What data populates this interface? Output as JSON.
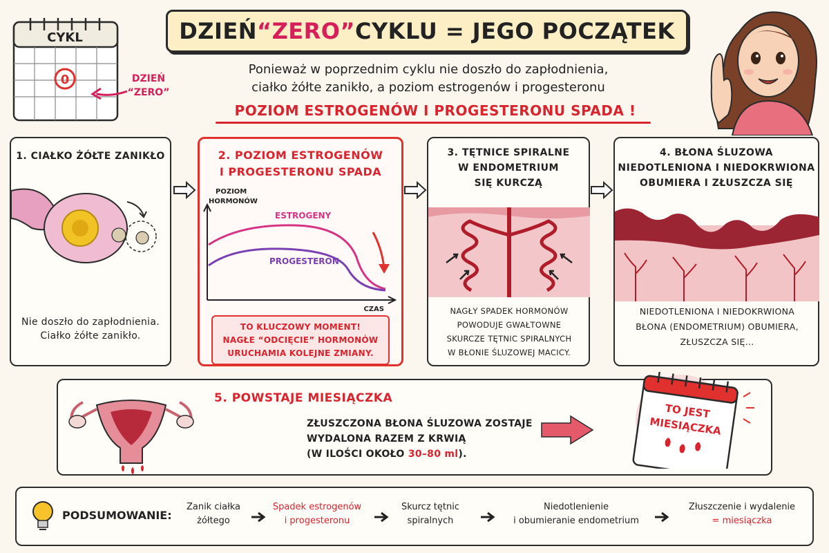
{
  "title": {
    "part1": "DZIEŃ ",
    "part2": "“ZERO”",
    "part3": " CYKLU = JEGO POCZĄTEK"
  },
  "calendar": {
    "label": "CYKL",
    "zero": "0",
    "caption_line1": "DZIEŃ",
    "caption_line2": "“ZERO”"
  },
  "intro": {
    "line1": "Ponieważ w poprzednim cyklu nie doszło do zapłodnienia,",
    "line2": "ciałko żółte zanikło, a poziom estrogenów i progesteronu",
    "alert": "POZIOM ESTROGENÓW I PROGESTERONU SPADA !"
  },
  "steps": [
    {
      "title": "1. CIAŁKO ŻÓŁTE ZANIKŁO",
      "text_line1": "Nie doszło do zapłodnienia.",
      "text_line2": "Ciałko żółte zanikło."
    },
    {
      "title_line1": "2. POZIOM ESTROGENÓW",
      "title_line2": "I PROGESTERONU SPADA",
      "moment_line1": "TO KLUCZOWY MOMENT!",
      "moment_line2": "NAGŁE “ODCIĘCIE” HORMONÓW",
      "moment_line3": "URUCHAMIA KOLEJNE ZMIANY."
    },
    {
      "title_line1": "3. TĘTNICE SPIRALNE",
      "title_line2": "W ENDOMETRIUM",
      "title_line3": "SIĘ KURCZĄ",
      "text_line1": "NAGŁY SPADEK HORMONÓW",
      "text_line2": "POWODUJE GWAŁTOWNE",
      "text_line3": "SKURCZE TĘTNIC SPIRALNYCH",
      "text_line4": "W BŁONIE ŚLUZOWEJ MACICY."
    },
    {
      "title_line1": "4. BŁONA ŚLUZOWA",
      "title_line2": "NIEDOTLENIONA I NIEDOKRWIONA",
      "title_line3": "OBUMIERA I ZŁUSZCZA SIĘ",
      "text_line1": "NIEDOTLENIONA I NIEDOKRWIONA",
      "text_line2": "BŁONA (ENDOMETRIUM) OBUMIERA,",
      "text_line3": "ZŁUSZCZA SIĘ..."
    }
  ],
  "chart_data": {
    "type": "line",
    "title": "",
    "xlabel": "CZAS",
    "ylabel_line1": "POZIOM",
    "ylabel_line2": "HORMONÓW",
    "series": [
      {
        "name": "ESTROGENY",
        "color": "#d63384"
      },
      {
        "name": "PROGESTERON",
        "color": "#7a3fb0"
      }
    ]
  },
  "step5": {
    "title": "5. POWSTAJE MIESIĄCZKA",
    "line1": "ZŁUSZCZONA BŁONA ŚLUZOWA ZOSTAJE",
    "line2": "WYDALONA RAZEM Z KRWIĄ",
    "line3_pre": "(W ILOŚCI OKOŁO ",
    "line3_amount": "30–80 ml",
    "line3_post": ").",
    "calendar_line1": "TO JEST",
    "calendar_line2": "MIESIĄCZKA"
  },
  "summary": {
    "label": "PODSUMOWANIE:",
    "steps": [
      {
        "line1": "Zanik ciałka",
        "line2": "żółtego"
      },
      {
        "line1": "Spadek estrogenów",
        "line2": "i progesteronu"
      },
      {
        "line1": "Skurcz tętnic",
        "line2": "spiralnych"
      },
      {
        "line1": "Niedotlenienie",
        "line2": "i obumieranie endometrium"
      },
      {
        "line1": "Złuszczenie i wydalenie",
        "line2": "= miesiączka"
      }
    ]
  },
  "colors": {
    "accent_red": "#d9232d",
    "pink": "#d61f5a",
    "title_bg": "#fcefc6",
    "page_bg": "#fbf7ef"
  }
}
